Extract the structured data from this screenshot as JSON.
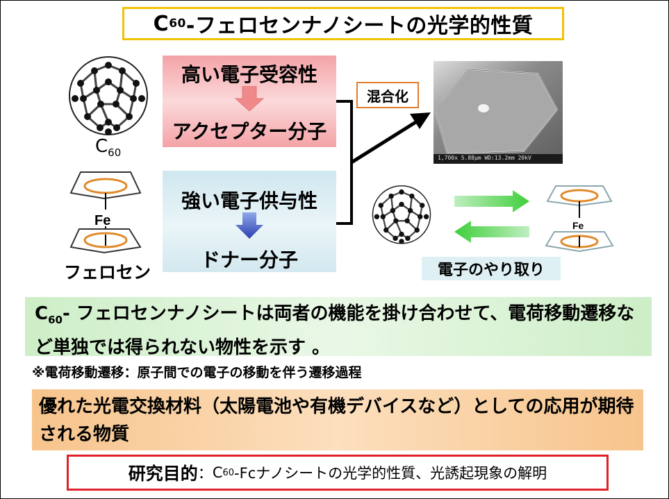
{
  "title": {
    "pre": "C",
    "sub": "60",
    "post": "-フェロセンナノシートの光学的性質"
  },
  "labels": {
    "c60_pre": "C",
    "c60_sub": "60",
    "fe": "Fe",
    "fe_small": "Fe",
    "ferrocene": "フェロセン"
  },
  "acceptor": {
    "line1": "高い電子受容性",
    "line2": "アクセプター分子"
  },
  "donor": {
    "line1": "強い電子供与性",
    "line2": "ドナー分子"
  },
  "mix_label": "混合化",
  "sem_caption": "1,700x  5.88μm  WD:13.2mm  20kV",
  "exchange_label": "電子のやり取り",
  "green_box": {
    "pre": "C",
    "sub": "60",
    "text": "- フェロセンナノシートは両者の機能を掛け合わせて、電荷移動遷移など単独では得られない物性を示す 。"
  },
  "note": "※電荷移動遷移：原子間での電子の移動を伴う遷移過程",
  "orange_box": "優れた光電交換材料（太陽電池や有機デバイスなど）としての応用が期待される物質",
  "purpose": {
    "label": "研究目的",
    "colon": "：",
    "pre": "C",
    "sub": "60",
    "text": "-Fcナノシートの光学的性質、光誘起現象の解明"
  },
  "colors": {
    "title_border": "#f2c200",
    "accept_box": "#f4a3a7",
    "donor_box": "#cfe7ef",
    "green_box": "#cdeec7",
    "orange_box": "#f7c48c",
    "purpose_border": "#e0202a",
    "mix_border": "#e07b2a",
    "arrow_green": "#4fd34a"
  }
}
